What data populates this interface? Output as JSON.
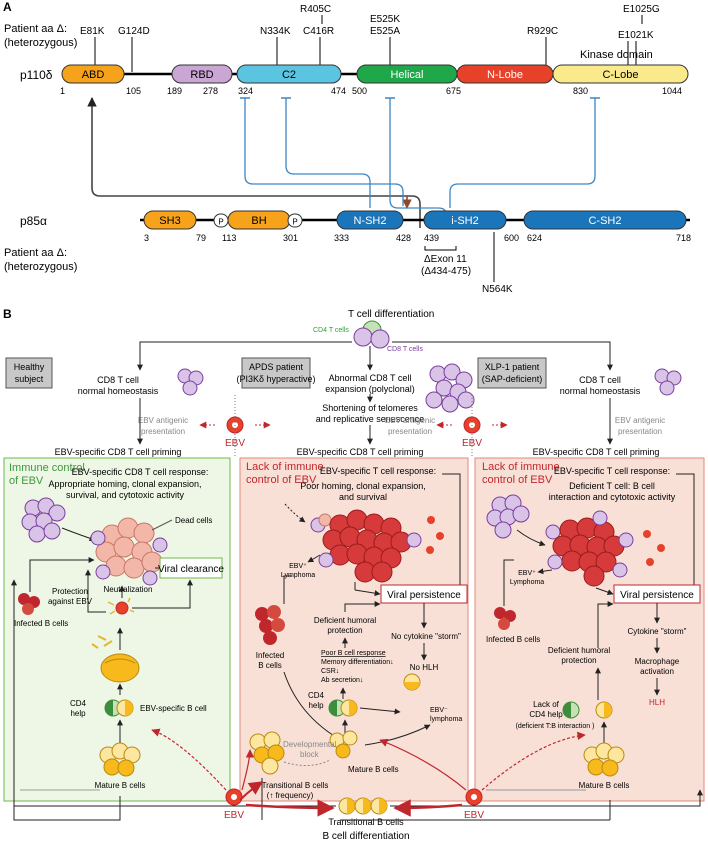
{
  "panel_a": {
    "label": "A",
    "patient_label_1": "Patient aa Δ:",
    "patient_label_2": "(heterozygous)",
    "p110": {
      "name": "p110δ",
      "kinase_domain_label": "Kinase domain",
      "domains": [
        {
          "label": "ABD",
          "color": "#F7A21B"
        },
        {
          "label": "RBD",
          "color": "#C9A6D4"
        },
        {
          "label": "C2",
          "color": "#5BC4E0"
        },
        {
          "label": "Helical",
          "color": "#1FA84A"
        },
        {
          "label": "N-Lobe",
          "color": "#E8412A"
        },
        {
          "label": "C-Lobe",
          "color": "#FBEA8C"
        }
      ],
      "positions": [
        "1",
        "105",
        "189",
        "278",
        "324",
        "474",
        "500",
        "675",
        "830",
        "1044"
      ],
      "mutations": [
        "E81K",
        "G124D",
        "N334K",
        "R405C",
        "C416R",
        "E525K",
        "E525A",
        "R929C",
        "E1025G",
        "E1021K"
      ]
    },
    "p85": {
      "name": "p85α",
      "domains": [
        {
          "label": "SH3",
          "color": "#F7A21B"
        },
        {
          "label": "P",
          "color": "#FFFFFF"
        },
        {
          "label": "BH",
          "color": "#F7A21B"
        },
        {
          "label": "P",
          "color": "#FFFFFF"
        },
        {
          "label": "N-SH2",
          "color": "#1B75BB"
        },
        {
          "label": "i-SH2",
          "color": "#1B75BB"
        },
        {
          "label": "C-SH2",
          "color": "#1B75BB"
        }
      ],
      "positions": [
        "3",
        "79",
        "113",
        "301",
        "333",
        "428",
        "439",
        "600",
        "624",
        "718"
      ],
      "exon_label_1": "ΔExon 11",
      "exon_label_2": "(Δ434-475)",
      "mutation": "N564K"
    }
  },
  "panel_b": {
    "label": "B",
    "t_cell_differentiation": "T cell differentiation",
    "cd4_t_cells": "CD4 T cells",
    "cd8_t_cells": "CD8 T cells",
    "b_cell_differentiation": "B cell differentiation",
    "transitional_b_cells": "Transitional B cells",
    "ebv": "EBV",
    "healthy": {
      "box_1": "Healthy",
      "box_2": "subject",
      "priming_1": "CD8 T cell",
      "priming_2": "normal homeostasis",
      "antigen_1": "EBV antigenic",
      "antigen_2": "presentation",
      "specific": "EBV-specific CD8 T cell priming",
      "control_1": "Immune control",
      "control_2": "of EBV",
      "response_title": "EBV-specific CD8 T cell response:",
      "response_1": "Appropriate homing, clonal expansion,",
      "response_2": "survival, and cytotoxic activity",
      "dead_cells": "Dead cells",
      "viral_clearance": "Viral clearance",
      "protection_1": "Protection",
      "protection_2": "against EBV",
      "neutralization": "Neutralization",
      "infected_b": "Infected B cells",
      "cd4_1": "CD4",
      "cd4_2": "help",
      "ebv_specific_b": "EBV-specific B cell",
      "mature_b": "Mature B cells"
    },
    "apds": {
      "box_1": "APDS patient",
      "box_2": "(PI3Kδ hyperactive)",
      "expansion_1": "Abnormal CD8 T cell",
      "expansion_2": "expansion (polyclonal)",
      "telomere_1": "Shortening of telomeres",
      "telomere_2": "and replicative senescence",
      "antigen_1": "EBV antigenic",
      "antigen_2": "presentation",
      "specific": "EBV-specific CD8 T cell priming",
      "lack_1": "Lack of immune",
      "lack_2": "control of EBV",
      "response_title": "EBV-specific T cell response:",
      "response_1": "Poor homing, clonal expansion,",
      "response_2": "and survival",
      "lymphoma_1": "EBV⁺",
      "lymphoma_2": "Lymphoma",
      "viral_persistence": "Viral persistence",
      "deficient_1": "Deficient humoral",
      "deficient_2": "protection",
      "no_storm": "No cytokine \"storm\"",
      "no_hlh": "No HLH",
      "poor_b": "Poor B cell response",
      "memory": "Memory differentiation↓",
      "csr": "CSR↓",
      "ab": "Ab secretion↓",
      "infected_1": "Infected",
      "infected_2": "B cells",
      "cd4_1": "CD4",
      "cd4_2": "help",
      "ebv_neg_1": "EBV⁻",
      "ebv_neg_2": "lymphoma",
      "block_1": "Developmental",
      "block_2": "block",
      "mature_b": "Mature B cells",
      "transitional_1": "Transitional B cells",
      "transitional_2": "(↑ frequency)"
    },
    "xlp": {
      "box_1": "XLP-1 patient",
      "box_2": "(SAP-deficient)",
      "priming_1": "CD8 T cell",
      "priming_2": "normal homeostasis",
      "antigen_1": "EBV antigenic",
      "antigen_2": "presentation",
      "specific": "EBV-specific CD8 T cell priming",
      "lack_1": "Lack of immune",
      "lack_2": "control of EBV",
      "response_title": "EBV-specific T cell response:",
      "response_1": "Deficient T cell: B cell",
      "response_2": "interaction and cytotoxic activity",
      "lymphoma_1": "EBV⁺",
      "lymphoma_2": "Lymphoma",
      "viral_persistence": "Viral persistence",
      "infected_b": "Infected B cells",
      "deficient_1": "Deficient humoral",
      "deficient_2": "protection",
      "storm": "Cytokine \"storm\"",
      "macro_1": "Macrophage",
      "macro_2": "activation",
      "hlh": "HLH",
      "lack_cd4_1": "Lack of",
      "lack_cd4_2": "CD4 help",
      "lack_cd4_3": "(deficient T:B interaction )",
      "mature_b": "Mature B cells"
    }
  }
}
